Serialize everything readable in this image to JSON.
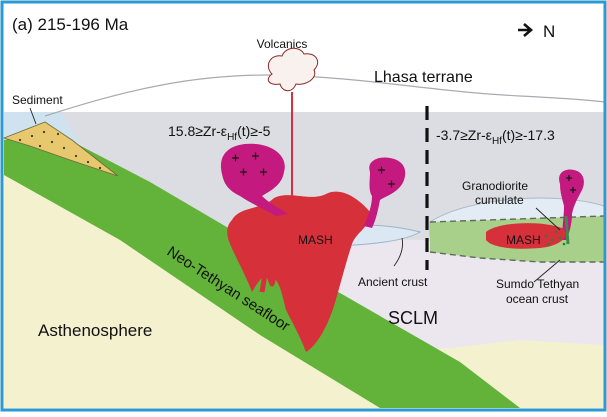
{
  "panel": {
    "title": "(a) 215-196 Ma",
    "north_label": "N",
    "north_icon": "north-arrow-icon"
  },
  "terranes": {
    "lhasa": "Lhasa terrane"
  },
  "labels": {
    "volcanics": "Volcanics",
    "sediment": "Sediment",
    "mash_main": "MASH",
    "mash_right": "MASH",
    "ancient_crust": "Ancient crust",
    "granodiorite_line1": "Granodiorite",
    "granodiorite_line2": "cumulate",
    "sclm": "SCLM",
    "sumdo_line1": "Sumdo Tethyan",
    "sumdo_line2": "ocean crust",
    "asthenosphere": "Asthenosphere",
    "seafloor": "Neo-Tethyan seafloor"
  },
  "equations": {
    "left": {
      "lower": "15.8≥Zr-ε",
      "sub": "Hf",
      "upper": "(t)≥-5"
    },
    "right": {
      "lower": "-3.7≥Zr-ε",
      "sub": "Hf",
      "upper": "(t)≥-17.3"
    }
  },
  "colors": {
    "sky": "#cfe2f0",
    "upper_crust": "#dcdde2",
    "sclm": "#ece6ee",
    "asthenosphere": "#f4f1cf",
    "slab": "#63b33a",
    "sumdo": "#a9d08a",
    "magma": "#d6303a",
    "pluton": "#c4197e",
    "sediment": "#e7c86f",
    "frame": "#2a9ad1"
  }
}
